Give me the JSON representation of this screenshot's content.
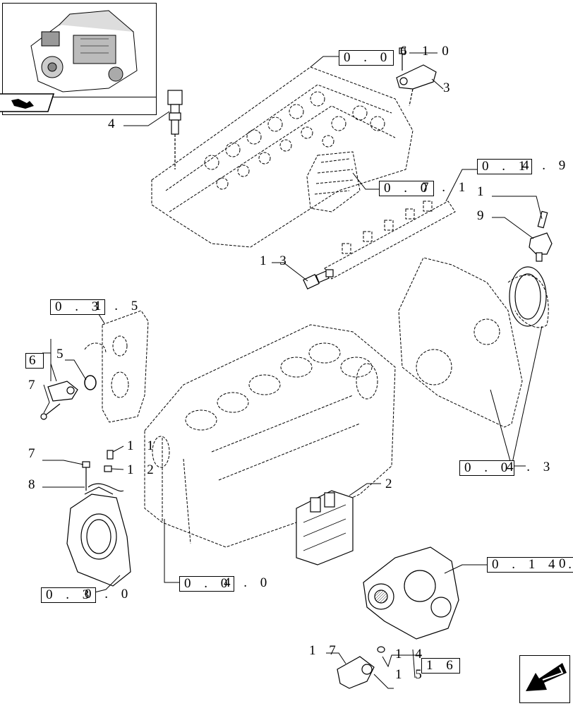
{
  "labels": {
    "ref_10": "1 0",
    "ref_3": "3",
    "ref_4": "4",
    "ref_1": "1",
    "ref_9": "9",
    "ref_13": "1 3",
    "ref_5": "5",
    "ref_7a": "7",
    "ref_7b": "7",
    "ref_8": "8",
    "ref_11": "1 1",
    "ref_12": "1 2",
    "ref_2": "2",
    "ref_17": "1 7",
    "ref_14": "1 4",
    "ref_15": "1 5"
  },
  "boxes": {
    "b_006": "0 . 0",
    "b_006_suffix": "6",
    "b_0149": "0 . 1",
    "b_0149_suffix": "4 . 9",
    "b_0071": "0 . 0",
    "b_0071_suffix": "7 . 1",
    "b_0315": "0 . 3",
    "b_0315_suffix": "1 . 5",
    "b_6": "6",
    "b_0043": "0 . 0",
    "b_0043_suffix": "4 . 3",
    "b_0300": "0 . 3",
    "b_0300_suffix": "0 . 0",
    "b_0040": "0 . 0",
    "b_0040_suffix": "4 . 0",
    "b_0140": "0 . 1 4 .",
    "b_0140_suffix": "0",
    "b_16": "1 6"
  },
  "icons": {
    "thumbnail": "engine-thumbnail-icon",
    "nav_tag": "book-arrow-icon",
    "next_page": "arrow-left-down-icon"
  }
}
